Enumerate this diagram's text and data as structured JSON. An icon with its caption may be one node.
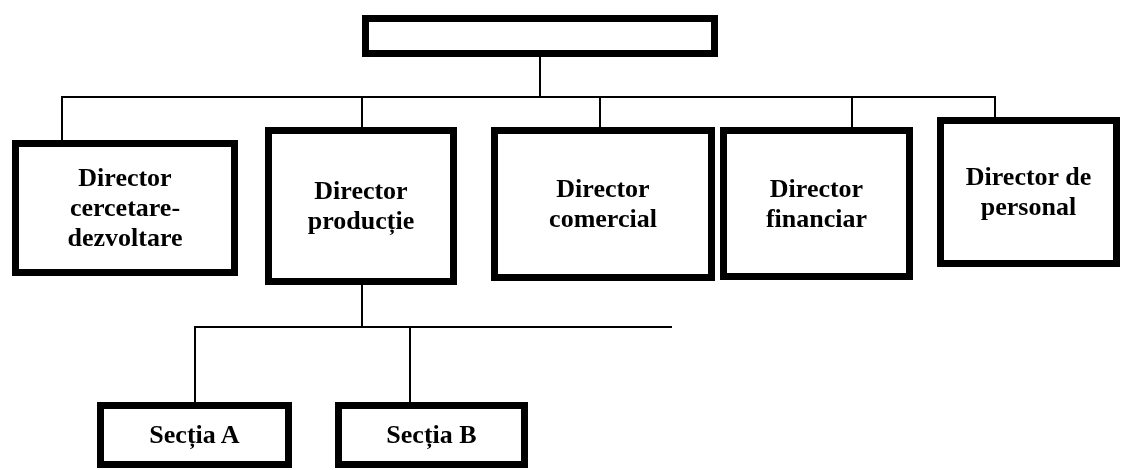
{
  "diagram": {
    "nodes": [
      {
        "text": [],
        "shape": "box"
      },
      {
        "text": [
          "Director cercetare-dezvoltare"
        ]
      },
      {
        "text": [
          "Director producție"
        ]
      },
      {
        "text": [
          "Director comercial"
        ]
      },
      {
        "text": [
          "Director financiar"
        ]
      },
      {
        "text": [
          "Director de personal"
        ]
      },
      {
        "text": [
          "Secția A"
        ]
      },
      {
        "text": [
          "Secția B"
        ]
      }
    ],
    "edges": [
      {
        "from": 0,
        "to": 1,
        "arrow": "none"
      },
      {
        "from": 0,
        "to": 2,
        "arrow": "none"
      },
      {
        "from": 0,
        "to": 3,
        "arrow": "none"
      },
      {
        "from": 0,
        "to": 4,
        "arrow": "none"
      },
      {
        "from": 0,
        "to": 5,
        "arrow": "none"
      },
      {
        "from": 2,
        "to": 6,
        "arrow": "none"
      },
      {
        "from": 2,
        "to": 7,
        "arrow": "none"
      },
      {
        "from": 2,
        "to": null,
        "arrow": "none"
      }
    ]
  }
}
